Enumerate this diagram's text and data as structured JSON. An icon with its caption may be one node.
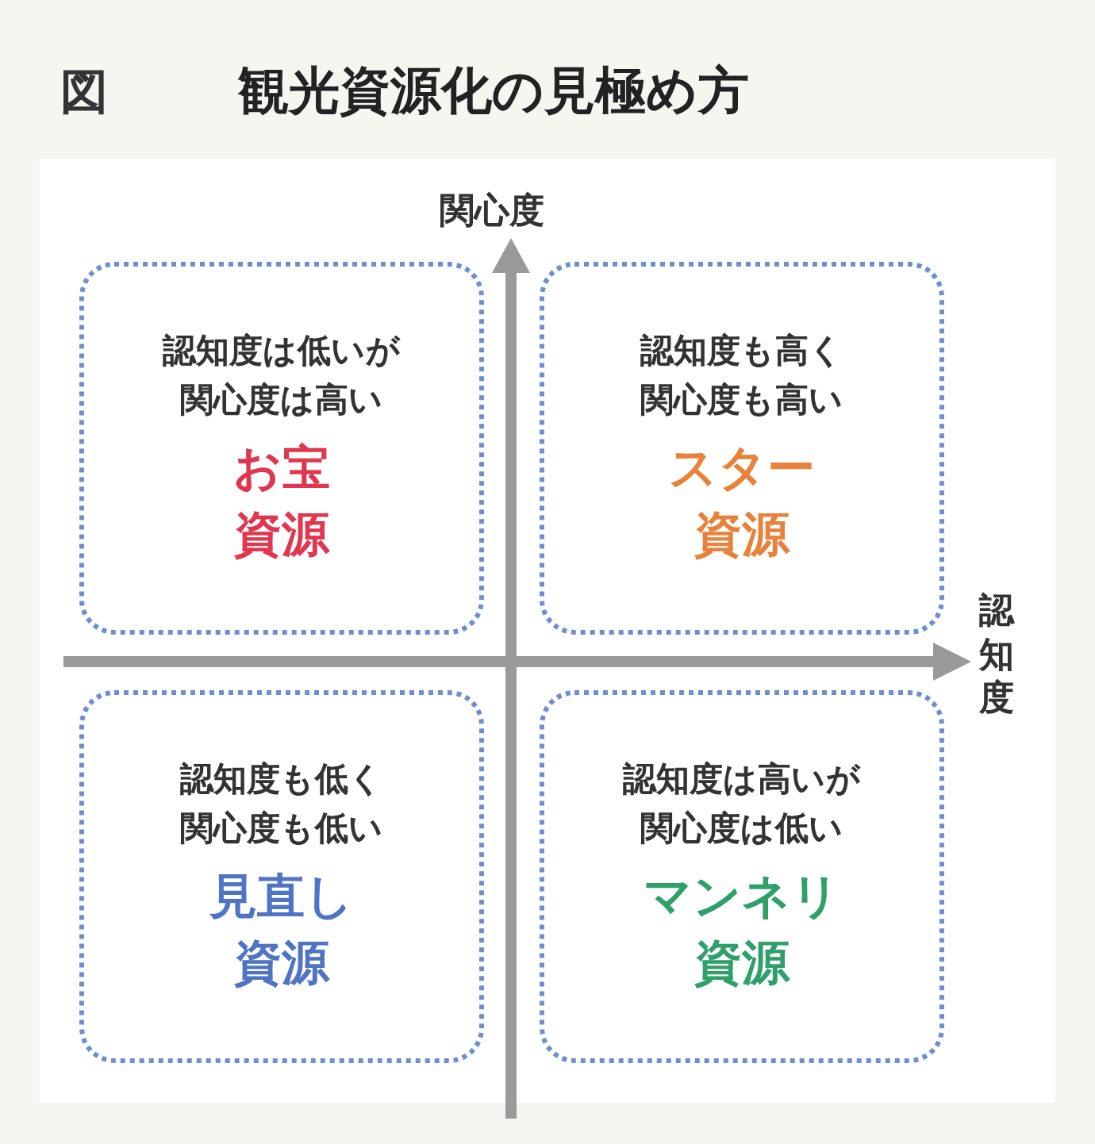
{
  "diagram": {
    "title": "観光資源化の見極め方",
    "nodes": [
      {
        "text": [
          "認知度は低いが関心度は高い",
          "お宝資源"
        ]
      },
      {
        "text": [
          "認知度も高く関心度も高い",
          "スター資源"
        ]
      },
      {
        "text": [
          "認知度も低く関心度も低い",
          "見直し資源"
        ]
      },
      {
        "text": [
          "認知度は高いが関心度は低い",
          "マンネリ資源"
        ]
      }
    ],
    "edges": [],
    "labels": [
      "図",
      "関心度",
      "認知度"
    ]
  }
}
